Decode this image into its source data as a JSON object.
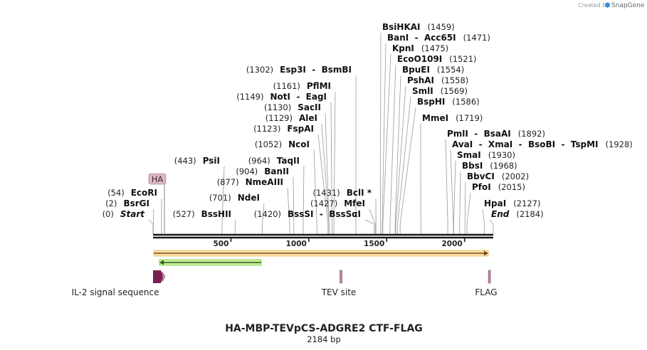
{
  "credit": {
    "prefix": "Created by",
    "brand": "SnapGene"
  },
  "map": {
    "title": "HA-MBP-TEVpCS-ADGRE2 CTF-FLAG",
    "subtitle": "2184 bp",
    "length": 2184,
    "ticks": [
      {
        "value": 500,
        "label": "500"
      },
      {
        "value": 1000,
        "label": "1000"
      },
      {
        "value": 1500,
        "label": "1500"
      },
      {
        "value": 2000,
        "label": "2000"
      }
    ]
  },
  "sites": [
    {
      "pos": 1459,
      "name": "BsiHKAI",
      "pos_label": "(1459)",
      "side": "right"
    },
    {
      "pos": 1471,
      "name": "BanI  -  Acc65I",
      "pos_label": "(1471)",
      "side": "right"
    },
    {
      "pos": 1475,
      "name": "KpnI",
      "pos_label": "(1475)",
      "side": "right"
    },
    {
      "pos": 1521,
      "name": "EcoO109I",
      "pos_label": "(1521)",
      "side": "right"
    },
    {
      "pos": 1554,
      "name": "BpuEI",
      "pos_label": "(1554)",
      "side": "right"
    },
    {
      "pos": 1558,
      "name": "PshAI",
      "pos_label": "(1558)",
      "side": "right"
    },
    {
      "pos": 1569,
      "name": "SmlI",
      "pos_label": "(1569)",
      "side": "right"
    },
    {
      "pos": 1586,
      "name": "BspHI",
      "pos_label": "(1586)",
      "side": "right"
    },
    {
      "pos": 1719,
      "name": "MmeI",
      "pos_label": "(1719)",
      "side": "right"
    },
    {
      "pos": 1892,
      "name": "PmlI  -  BsaAI",
      "pos_label": "(1892)",
      "side": "right"
    },
    {
      "pos": 1928,
      "name": "AvaI  -  XmaI  -  BsoBI  -  TspMI",
      "pos_label": "(1928)",
      "side": "right"
    },
    {
      "pos": 1930,
      "name": "SmaI",
      "pos_label": "(1930)",
      "side": "right"
    },
    {
      "pos": 1968,
      "name": "BbsI",
      "pos_label": "(1968)",
      "side": "right"
    },
    {
      "pos": 2002,
      "name": "BbvCI",
      "pos_label": "(2002)",
      "side": "right"
    },
    {
      "pos": 2015,
      "name": "PfoI",
      "pos_label": "(2015)",
      "side": "right"
    },
    {
      "pos": 2127,
      "name": "HpaI",
      "pos_label": "(2127)",
      "side": "right"
    },
    {
      "pos": 2184,
      "name": "End",
      "pos_label": "(2184)",
      "side": "right",
      "italic": true
    },
    {
      "pos": 1302,
      "name": "Esp3I  -  BsmBI",
      "pos_label": "(1302)",
      "side": "left"
    },
    {
      "pos": 1161,
      "name": "PflMI",
      "pos_label": "(1161)",
      "side": "left"
    },
    {
      "pos": 1149,
      "name": "NotI  -  EagI",
      "pos_label": "(1149)",
      "side": "left"
    },
    {
      "pos": 1130,
      "name": "SacII",
      "pos_label": "(1130)",
      "side": "left"
    },
    {
      "pos": 1129,
      "name": "AleI",
      "pos_label": "(1129)",
      "side": "left"
    },
    {
      "pos": 1123,
      "name": "FspAI",
      "pos_label": "(1123)",
      "side": "left"
    },
    {
      "pos": 1052,
      "name": "NcoI",
      "pos_label": "(1052)",
      "side": "left"
    },
    {
      "pos": 964,
      "name": "TaqII",
      "pos_label": "(964)",
      "side": "left"
    },
    {
      "pos": 904,
      "name": "BanII",
      "pos_label": "(904)",
      "side": "left"
    },
    {
      "pos": 877,
      "name": "NmeAIII",
      "pos_label": "(877)",
      "side": "left"
    },
    {
      "pos": 701,
      "name": "NdeI",
      "pos_label": "(701)",
      "side": "left"
    },
    {
      "pos": 1431,
      "name": "BclI *",
      "pos_label": "(1431)",
      "side": "left"
    },
    {
      "pos": 1427,
      "name": "MfeI",
      "pos_label": "(1427)",
      "side": "left"
    },
    {
      "pos": 1420,
      "name": "BssSI  -  BssSαI",
      "pos_label": "(1420)",
      "side": "left"
    },
    {
      "pos": 443,
      "name": "PsiI",
      "pos_label": "(443)",
      "side": "left"
    },
    {
      "pos": 527,
      "name": "BssHII",
      "pos_label": "(527)",
      "side": "left"
    },
    {
      "pos": 54,
      "name": "EcoRI",
      "pos_label": "(54)",
      "side": "left"
    },
    {
      "pos": 2,
      "name": "BsrGI",
      "pos_label": "(2)",
      "side": "left"
    },
    {
      "pos": 0,
      "name": "Start",
      "pos_label": "(0)",
      "side": "left",
      "italic": true
    }
  ],
  "features": [
    {
      "name": "IL-2 signal sequence",
      "start": 0,
      "end": 60,
      "color": "#7a1f4f"
    },
    {
      "name": "TEV site",
      "start": 1204,
      "end": 1222,
      "color": "#c08aa8"
    },
    {
      "name": "FLAG",
      "start": 2157,
      "end": 2184,
      "color": "#c08aa8"
    }
  ],
  "tag": {
    "label": "HA",
    "color": "#e0b6c8"
  },
  "orf_long": {
    "label": "",
    "color": "#f2c879"
  },
  "orf_short": {
    "label": "",
    "color": "#8fd66a"
  }
}
